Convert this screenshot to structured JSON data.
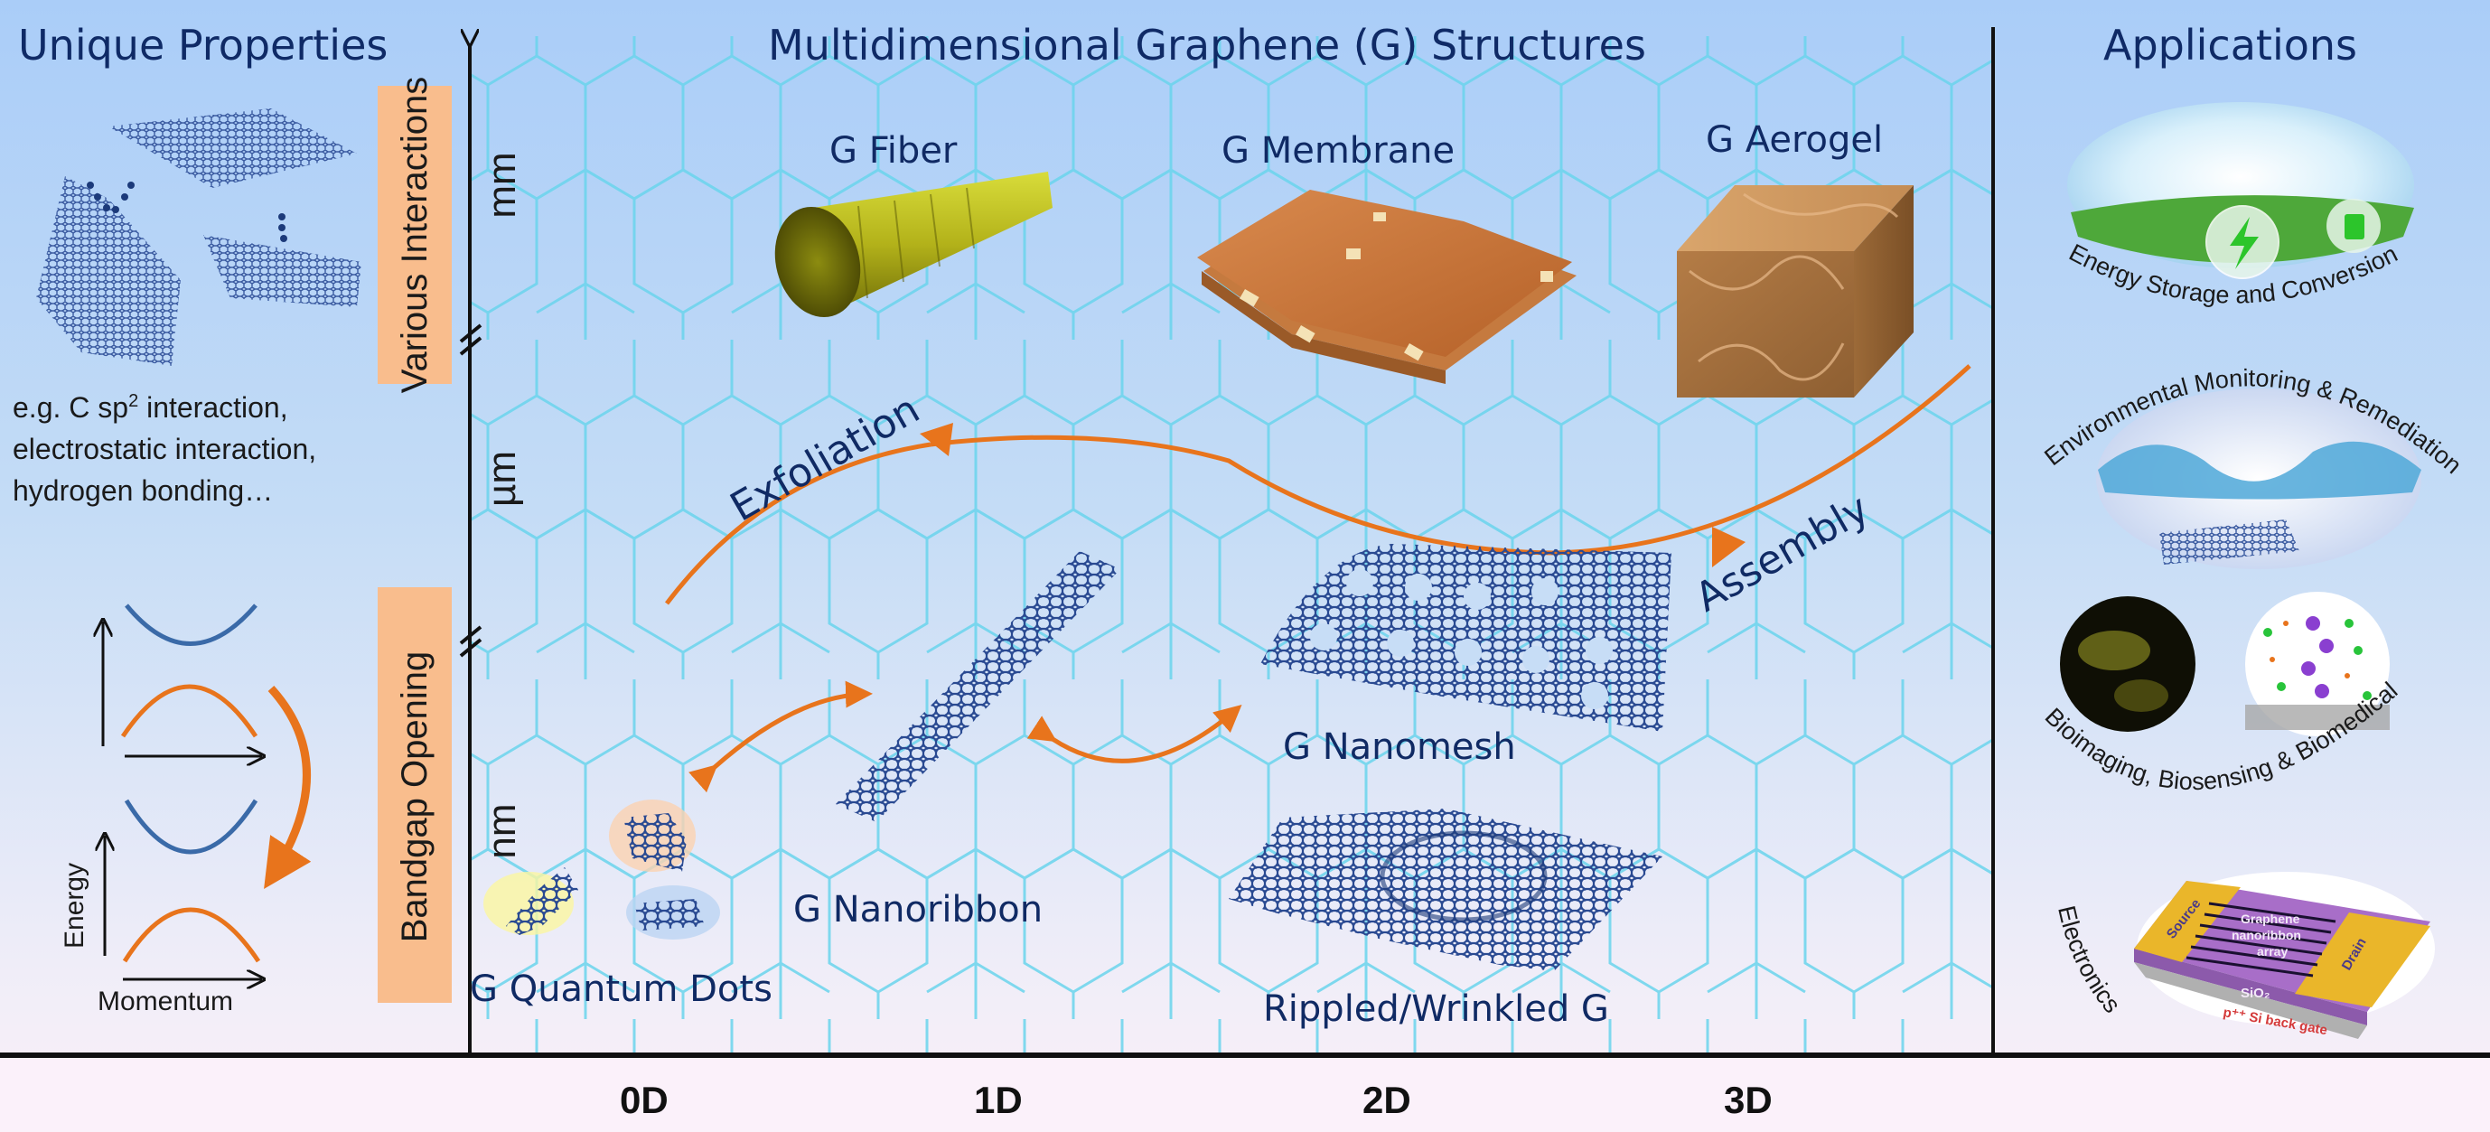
{
  "figure": {
    "background_gradient": [
      "#aed0f8",
      "#fbf1fa"
    ],
    "hex_grid_color": "#67d3ec",
    "accent_orange": "#e8741c",
    "title_color": "#0f2a66"
  },
  "left_panel": {
    "title": "Unique Properties",
    "interactions_text": [
      "e.g.  C sp",
      "2",
      " interaction,",
      "electrostatic interaction,",
      "hydrogen bonding…"
    ],
    "band_diagram": {
      "y_axis_label": "Energy",
      "x_axis_label": "Momentum"
    }
  },
  "vertical_tags": {
    "top": "Various  Interactions",
    "bottom": "Bandgap Opening"
  },
  "scale_axis": {
    "labels": [
      "mm",
      "µm",
      "nm"
    ]
  },
  "center_panel": {
    "title": "Multidimensional Graphene (G) Structures",
    "structures": [
      {
        "id": "fiber",
        "label": "G Fiber"
      },
      {
        "id": "membrane",
        "label": "G Membrane"
      },
      {
        "id": "aerogel",
        "label": "G Aerogel"
      },
      {
        "id": "nanoribbon",
        "label": "G Nanoribbon"
      },
      {
        "id": "nanomesh",
        "label": "G Nanomesh"
      },
      {
        "id": "quantum_dots",
        "label": "G Quantum Dots"
      },
      {
        "id": "rippled",
        "label": "Rippled/Wrinkled G"
      }
    ],
    "process_labels": {
      "exfoliation": "Exfoliation",
      "assembly": "Assembly"
    }
  },
  "x_axis": {
    "ticks": [
      "0D",
      "1D",
      "2D",
      "3D"
    ]
  },
  "right_panel": {
    "title": "Applications",
    "applications": [
      {
        "id": "energy",
        "label": "Energy Storage and Conversion"
      },
      {
        "id": "environment",
        "label": "Environmental Monitoring & Remediation"
      },
      {
        "id": "bio",
        "label": "Bioimaging, Biosensing & Biomedical"
      },
      {
        "id": "electronics",
        "label": "Electronics"
      }
    ],
    "device": {
      "source": "Source",
      "drain": "Drain",
      "channel_line1": "Graphene",
      "channel_line2": "nanoribbon",
      "channel_line3": "array",
      "oxide": "SiO₂",
      "gate": "p⁺⁺ Si back gate"
    }
  }
}
